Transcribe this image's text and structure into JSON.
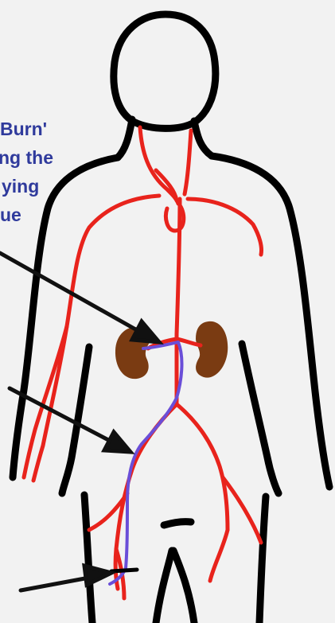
{
  "caption": {
    "lines": [
      "Burn'",
      "ng the",
      "ying",
      "ue"
    ]
  },
  "colors": {
    "background": "#f2f2f2",
    "outline": "#000000",
    "artery": "#e8231c",
    "vein_line": "#6a4ed8",
    "kidney": "#7a3b12",
    "caption_text": "#2f3a9c",
    "pointer_arrow": "#111111"
  },
  "figure": {
    "subject": "human torso outline",
    "vessels": [
      "arteries",
      "catheter path"
    ],
    "organs": [
      "left-kidney",
      "right-kidney"
    ],
    "pointers": 3
  }
}
